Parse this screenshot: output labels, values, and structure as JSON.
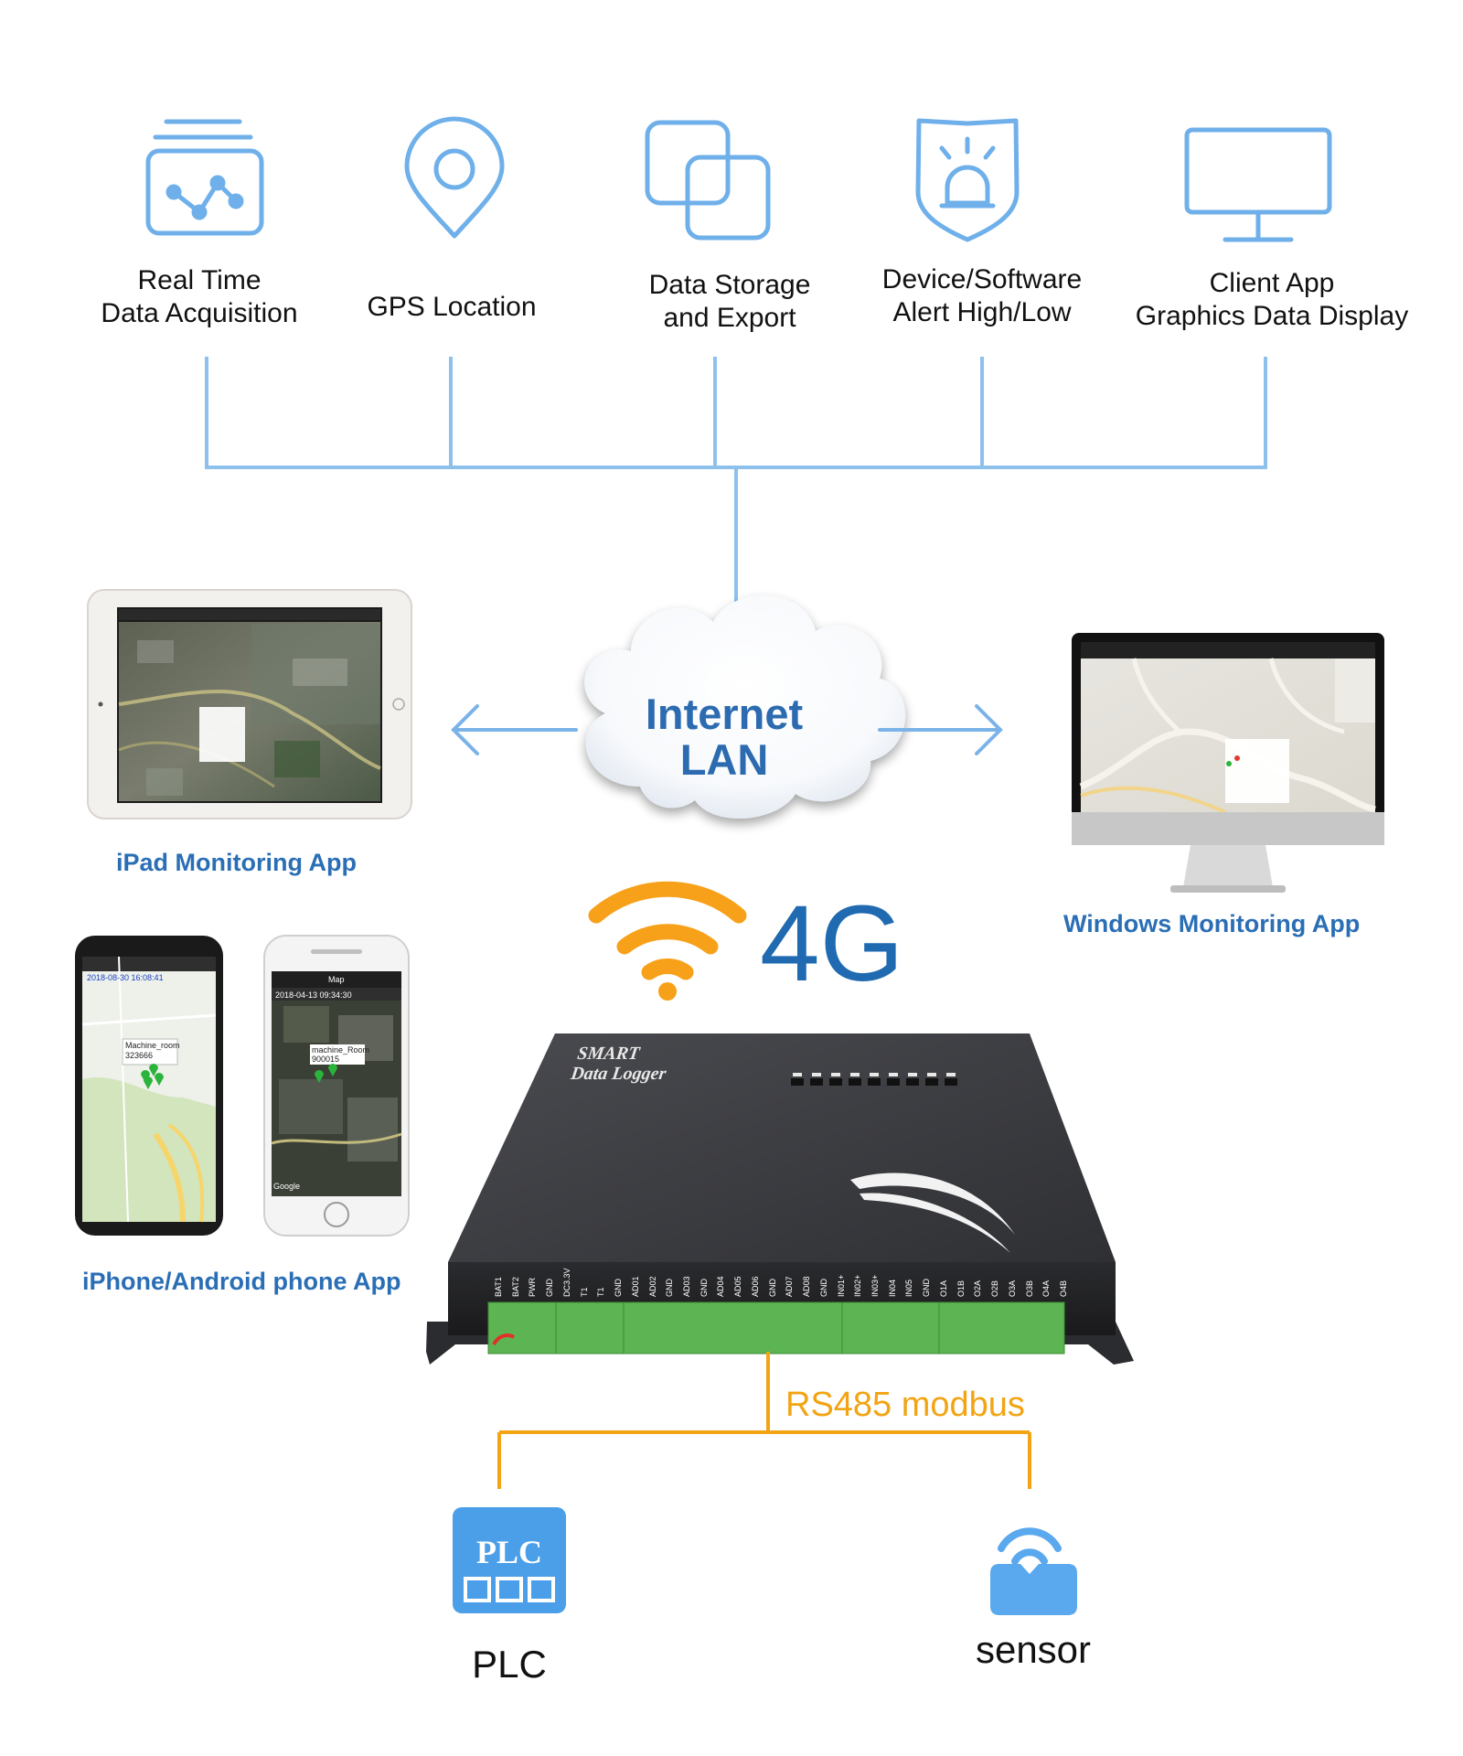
{
  "features": [
    {
      "lines": [
        "Real Time",
        "Data Acquisition"
      ],
      "icon": "data-acquisition-icon"
    },
    {
      "lines": [
        "GPS Location"
      ],
      "icon": "location-pin-icon"
    },
    {
      "lines": [
        "Data Storage",
        "and Export"
      ],
      "icon": "copy-storage-icon"
    },
    {
      "lines": [
        "Device/Software",
        "Alert High/Low"
      ],
      "icon": "alarm-shield-icon"
    },
    {
      "lines": [
        "Client App",
        "Graphics Data Display"
      ],
      "icon": "monitor-icon"
    }
  ],
  "cloud": {
    "line1": "Internet",
    "line2": "LAN"
  },
  "apps": {
    "ipad": "iPad Monitoring App",
    "windows": "Windows Monitoring App",
    "phone": "iPhone/Android phone App"
  },
  "network": {
    "label": "4G"
  },
  "device": {
    "line1": "SMART",
    "line2": "Data Logger",
    "pins": [
      "BAT1",
      "BAT2",
      "PWR",
      "GND",
      "DC3.3V",
      "T1",
      "T1",
      "GND",
      "AD01",
      "AD02",
      "GND",
      "AD03",
      "GND",
      "AD04",
      "AD05",
      "AD06",
      "GND",
      "AD07",
      "AD08",
      "GND",
      "IN01+",
      "IN02+",
      "IN03+",
      "IN04",
      "IN05",
      "GND",
      "O1A",
      "O1B",
      "O2A",
      "O2B",
      "O3A",
      "O3B",
      "O4A",
      "O4B"
    ]
  },
  "bus": {
    "label": "RS485 modbus"
  },
  "endpoints": {
    "plc": {
      "icon_text": "PLC",
      "label": "PLC"
    },
    "sensor": {
      "label": "sensor"
    }
  },
  "phone_screens": {
    "android_time": "2018-08-30 16:08:41",
    "android_card_title": "Machine_room",
    "android_card_value": "323666",
    "iphone_title": "Map",
    "iphone_time": "2018-04-13 09:34:30",
    "iphone_card_title": "machine_Room",
    "iphone_card_value": "900015",
    "google_mark": "Google"
  },
  "colors": {
    "icon_blue": "#6fb0ea",
    "line_blue": "#8ec0ec",
    "label_blue": "#2a6eb5",
    "orange": "#f2a413",
    "device_body": "#3d3e42",
    "terminal_green": "#5cb552",
    "plc_blue": "#4a9fe8"
  }
}
